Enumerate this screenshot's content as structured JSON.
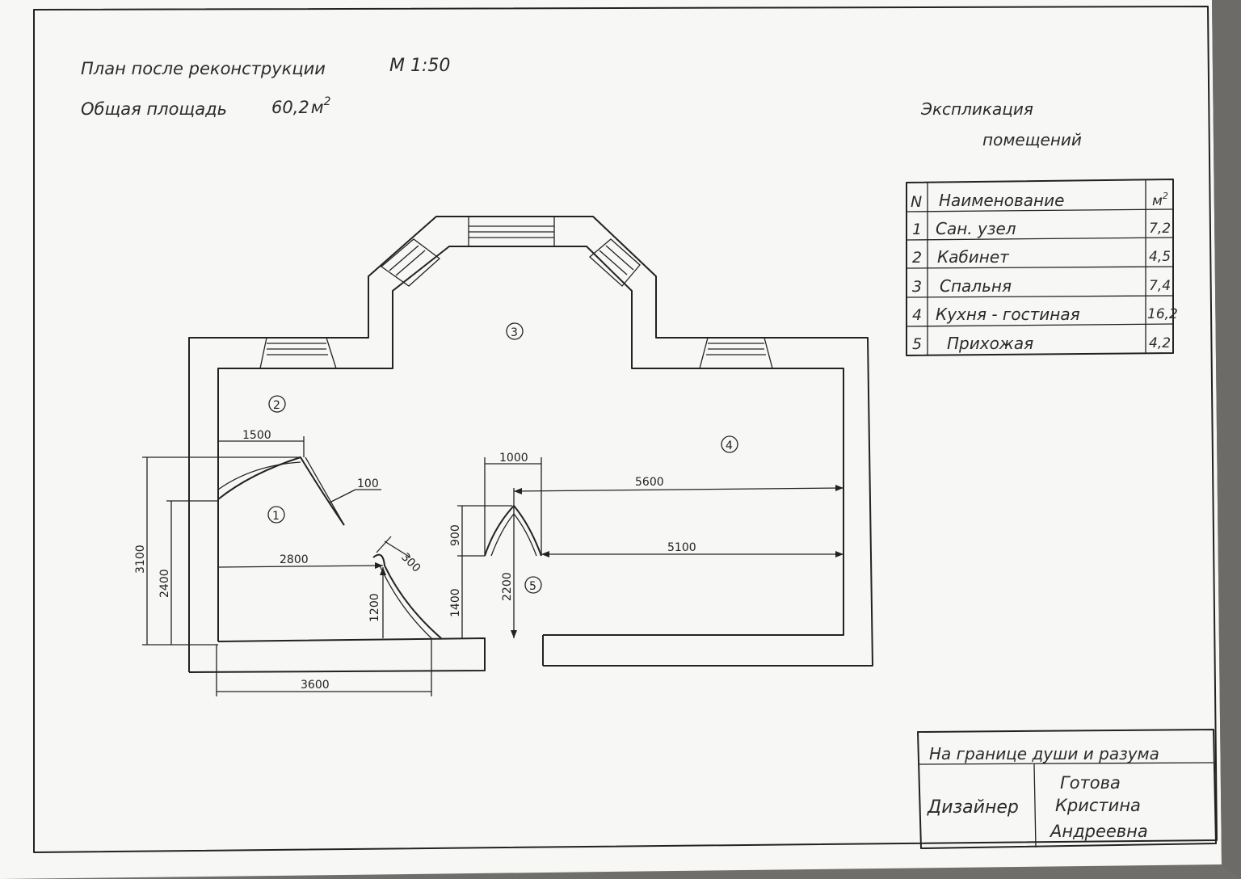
{
  "title": {
    "plan_label": "План после реконструкции",
    "scale": "М 1:50",
    "area_label": "Общая площадь",
    "area_value": "60,2",
    "area_unit": "м",
    "area_sup": "2"
  },
  "explication": {
    "title_line1": "Экспликация",
    "title_line2": "помещений",
    "headers": {
      "num": "N",
      "name": "Наименование",
      "area": "м",
      "area_sup": "2"
    },
    "rows": [
      {
        "num": "1",
        "name": "Сан. узел",
        "area": "7,2"
      },
      {
        "num": "2",
        "name": "Кабинет",
        "area": "4,5"
      },
      {
        "num": "3",
        "name": "Спальня",
        "area": "7,4"
      },
      {
        "num": "4",
        "name": "Кухня - гостиная",
        "area": "16,2"
      },
      {
        "num": "5",
        "name": "Прихожая",
        "area": "4,2"
      }
    ]
  },
  "room_markers": [
    "1",
    "2",
    "3",
    "4",
    "5"
  ],
  "dimensions": {
    "d1500": "1500",
    "d100": "100",
    "d3100": "3100",
    "d2400": "2400",
    "d2800": "2800",
    "d300": "300",
    "d1200": "1200",
    "d3600": "3600",
    "d1000": "1000",
    "d900": "900",
    "d1400": "1400",
    "d2200": "2200",
    "d5600": "5600",
    "d5100": "5100"
  },
  "title_block": {
    "project": "На границе души и разума",
    "role": "Дизайнер",
    "name_line1": "Готова",
    "name_line2": "Кристина",
    "name_line3": "Андреевна"
  }
}
